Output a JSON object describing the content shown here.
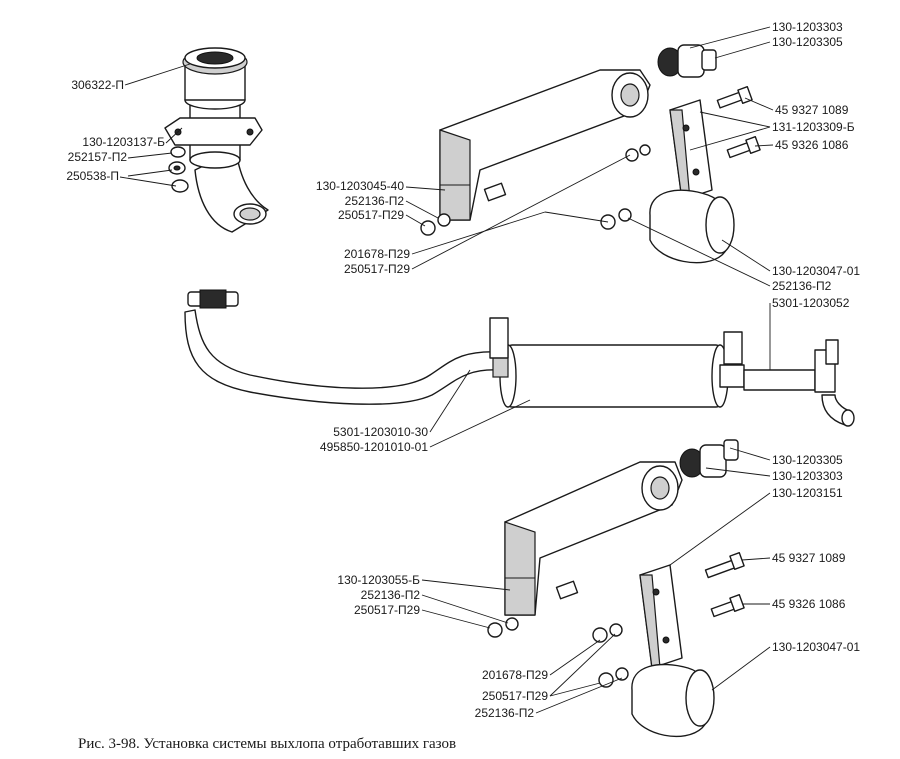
{
  "caption": "Рис. 3-98. Установка системы выхлопа отработавших газов",
  "labels": {
    "l01": "306322-П",
    "l02": "130-1203137-Б",
    "l03": "252157-П2",
    "l04": "250538-П",
    "l05": "130-1203303",
    "l06": "130-1203305",
    "l07": "45 9327 1089",
    "l08": "131-1203309-Б",
    "l09": "45 9326 1086",
    "l10": "130-1203045-40",
    "l11": "252136-П2",
    "l12": "250517-П29",
    "l13": "201678-П29",
    "l14": "250517-П29",
    "l15": "130-1203047-01",
    "l16": "252136-П2",
    "l17": "5301-1203052",
    "l18": "5301-1203010-30",
    "l19": "495850-1201010-01",
    "l20": "130-1203305",
    "l21": "130-1203303",
    "l22": "130-1203151",
    "l23": "45 9327 1089",
    "l24": "130-1203055-Б",
    "l25": "252136-П2",
    "l26": "250517-П29",
    "l27": "45 9326 1086",
    "l28": "130-1203047-01",
    "l29": "201678-П29",
    "l30": "250517-П29",
    "l31": "252136-П2"
  }
}
